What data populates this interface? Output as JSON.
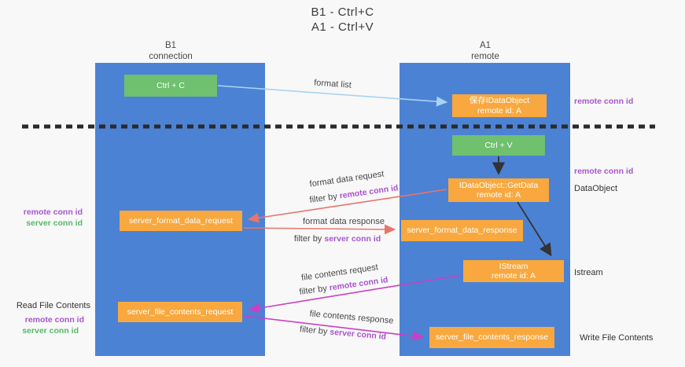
{
  "title": {
    "line1": "B1 - Ctrl+C",
    "line2": "A1 - Ctrl+V"
  },
  "lifelines": {
    "left": {
      "name": "B1",
      "role": "connection"
    },
    "right": {
      "name": "A1",
      "role": "remote"
    }
  },
  "boxes": {
    "ctrl_c": {
      "label": "Ctrl + C"
    },
    "ctrl_v": {
      "label": "Ctrl + V"
    },
    "save_dataobject": {
      "line1": "保存IDataObject",
      "line2": "remote id: A"
    },
    "getdata": {
      "line1": "IDataObject::GetData",
      "line2": "remote id: A"
    },
    "istream": {
      "line1": "IStream",
      "line2": "remote id: A"
    },
    "server_format_data_request": {
      "label": "server_format_data_request"
    },
    "server_format_data_response": {
      "label": "server_format_data_response"
    },
    "server_file_contents_request": {
      "label": "server_file_contents_request"
    },
    "server_file_contents_response": {
      "label": "server_file_contents_response"
    }
  },
  "arrows": {
    "format_list": {
      "label": "format list"
    },
    "format_data_request": {
      "label": "format data request",
      "filter_prefix": "filter by ",
      "filter_key": "remote conn id"
    },
    "format_data_response": {
      "label": "format data response",
      "filter_prefix": "filter by ",
      "filter_key": "server conn id"
    },
    "file_contents_request": {
      "label": "file contents request",
      "filter_prefix": "filter by ",
      "filter_key": "remote conn id"
    },
    "file_contents_response": {
      "label": "file contents response",
      "filter_prefix": "filter by ",
      "filter_key": "server conn id"
    }
  },
  "annotations": {
    "right_conn_top": "remote conn id",
    "right_conn_mid": "remote conn id",
    "dataobject": "DataObject",
    "istream": "Istream",
    "write_file_contents": "Write File Contents",
    "left_conn_remote_1": "remote conn id",
    "left_conn_server_1": "server conn id",
    "read_file_contents": "Read File Contents",
    "left_conn_remote_2": "remote conn id",
    "left_conn_server_2": "server conn id"
  },
  "colors": {
    "background": "#f8f8f8",
    "lifeline_blue": "#4c82d4",
    "box_orange": "#f8a83e",
    "box_green": "#6fc06f",
    "conn_id_purple": "#a855d0",
    "conn_id_green": "#55b968",
    "arrow_red": "#e8756c",
    "arrow_magenta": "#cb3fc3",
    "arrow_lightblue": "#a9d3f2",
    "arrow_black": "#333333",
    "dashed_separator": "#2a2a2a"
  }
}
